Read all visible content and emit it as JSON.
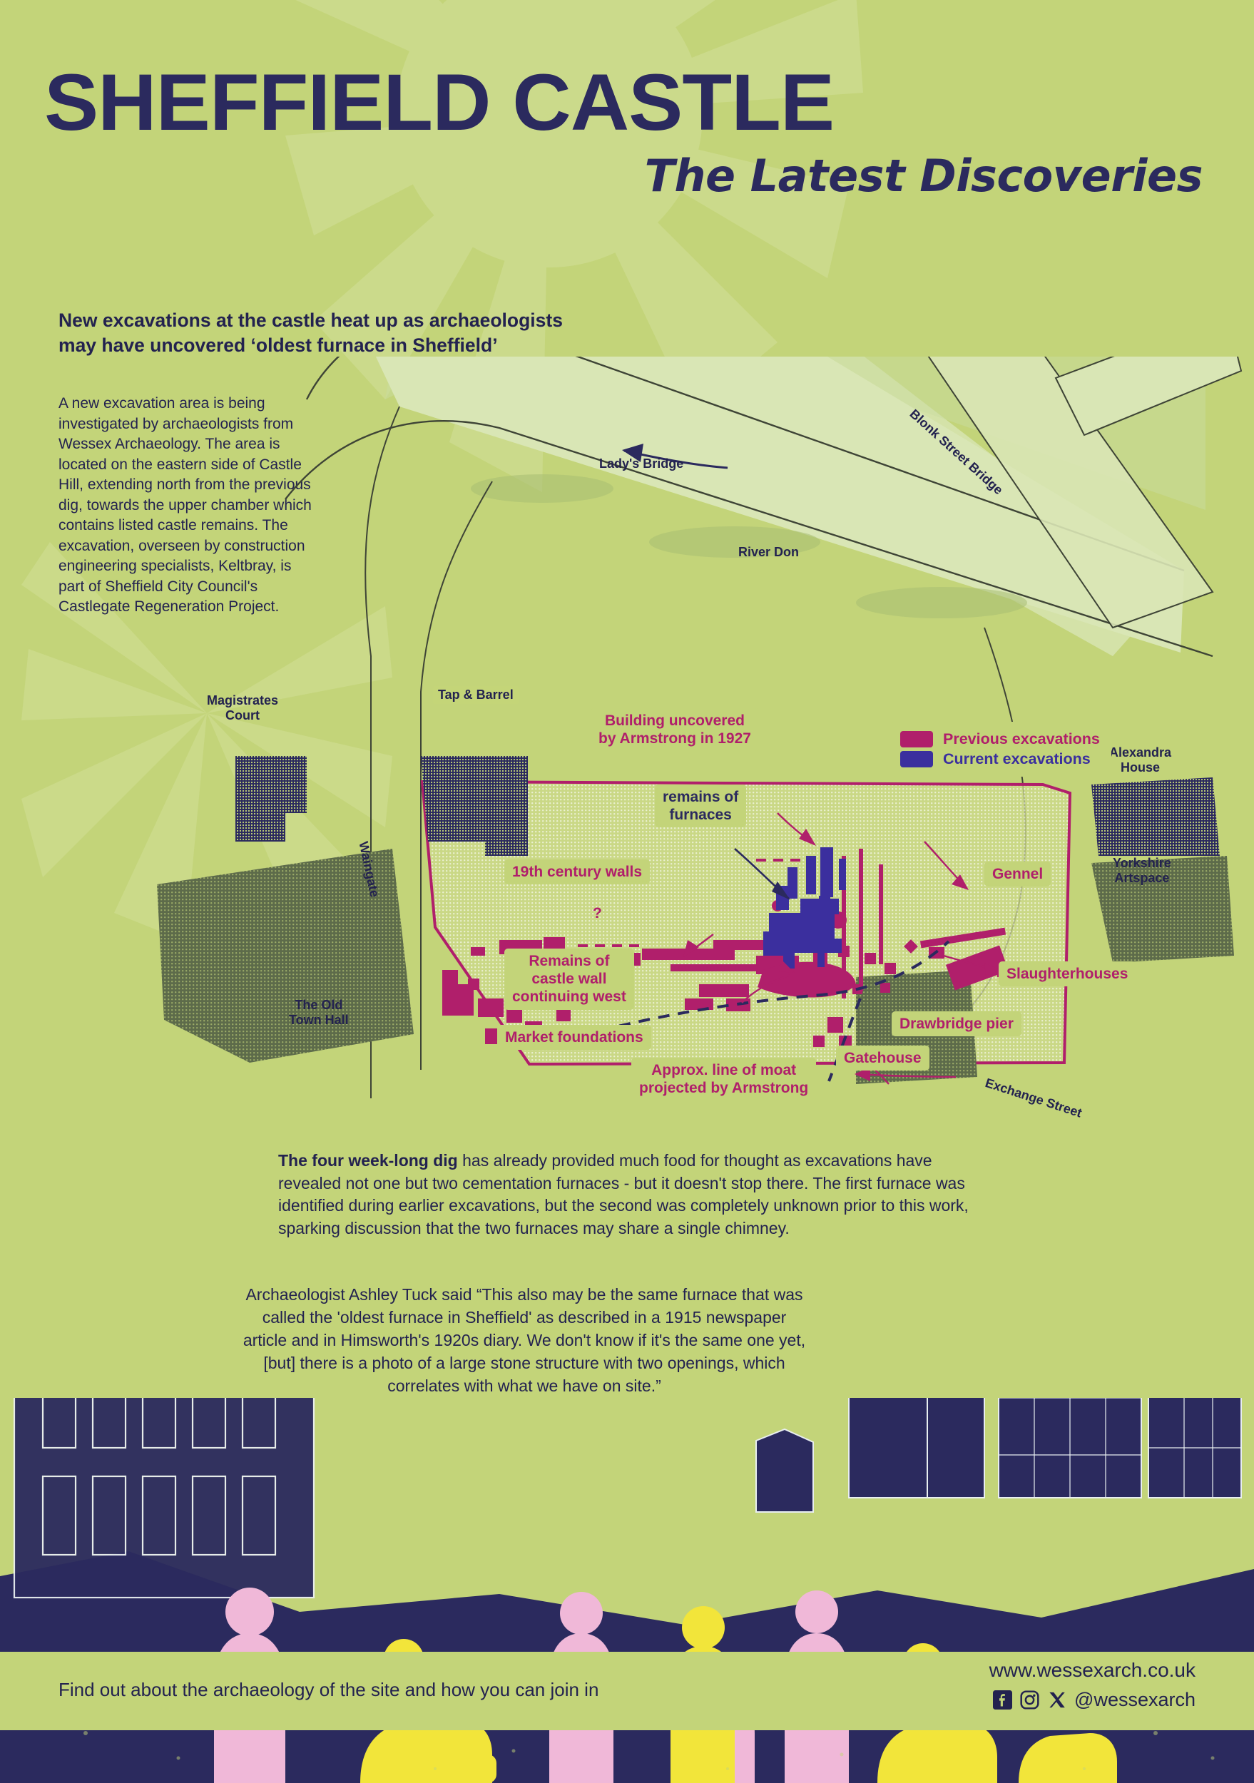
{
  "theme": {
    "green": "#c3d479",
    "navy": "#2b2a5e",
    "magenta": "#b01f6b",
    "blue": "#3b2f9e",
    "pink": "#f0b8d8",
    "yellow": "#f2e53a",
    "darkgreen": "#5d6b4a"
  },
  "header": {
    "title": "SHEFFIELD CASTLE",
    "subtitle": "The Latest Discoveries",
    "headline": "New excavations at the castle heat up as archaeologists may have uncovered ‘oldest furnace in Sheffield’",
    "intro": "A new excavation area is being investigated by archaeologists from Wessex Archaeology. The area is located on the eastern side of Castle Hill, extending north from the previous dig, towards the upper chamber which contains listed castle remains. The excavation, overseen by construction engineering specialists, Keltbray, is part of Sheffield City Council's Castlegate Regeneration Project."
  },
  "map": {
    "place_labels": [
      {
        "name": "ladys-bridge",
        "text": "Lady's Bridge"
      },
      {
        "name": "blonk-street-bridge",
        "text": "Blonk Street Bridge"
      },
      {
        "name": "river-don",
        "text": "River Don"
      },
      {
        "name": "magistrates-court",
        "text": "Magistrates\nCourt"
      },
      {
        "name": "tap-and-barrel",
        "text": "Tap & Barrel"
      },
      {
        "name": "alexandra-house",
        "text": "Alexandra\nHouse"
      },
      {
        "name": "yorkshire-artspace",
        "text": "Yorkshire\nArtspace"
      },
      {
        "name": "waingate",
        "text": "Waingate"
      },
      {
        "name": "the-old-town-hall",
        "text": "The Old\nTown Hall"
      },
      {
        "name": "exchange-street",
        "text": "Exchange Street"
      }
    ],
    "callouts": [
      {
        "name": "building-uncovered-by-armstrong",
        "text": "Building uncovered\nby Armstrong in 1927",
        "colour": "magenta"
      },
      {
        "name": "remains-of-furnaces",
        "text": "remains of\nfurnaces",
        "colour": "navy"
      },
      {
        "name": "19th-century-walls",
        "text": "19th century walls",
        "colour": "magenta"
      },
      {
        "name": "remains-of-castle-wall",
        "text": "Remains of\ncastle wall\ncontinuing west",
        "colour": "magenta"
      },
      {
        "name": "market-foundations",
        "text": "Market foundations",
        "colour": "magenta"
      },
      {
        "name": "approx-line-of-moat",
        "text": "Approx. line of moat\nprojected by Armstrong",
        "colour": "magenta"
      },
      {
        "name": "gennel",
        "text": "Gennel",
        "colour": "magenta"
      },
      {
        "name": "slaughterhouses",
        "text": "Slaughterhouses",
        "colour": "magenta"
      },
      {
        "name": "drawbridge-pier",
        "text": "Drawbridge pier",
        "colour": "magenta"
      },
      {
        "name": "gatehouse",
        "text": "Gatehouse",
        "colour": "magenta"
      },
      {
        "name": "question-mark",
        "text": "?",
        "colour": "magenta"
      }
    ],
    "legend": {
      "items": [
        {
          "label": "Previous excavations",
          "colour": "#b01f6b"
        },
        {
          "label": "Current excavations",
          "colour": "#3b2f9e"
        }
      ]
    }
  },
  "article": {
    "lead_bold": "The four week-long dig",
    "body": " has already provided much food for thought as excavations have revealed not one but two cementation furnaces - but it doesn't stop there. The first furnace was identified during earlier excavations, but the second was completely unknown prior to this work, sparking discussion that the two furnaces may share a single chimney.",
    "quote": "Archaeologist Ashley Tuck said “This also may be the same furnace that was called the 'oldest furnace in Sheffield' as described in a 1915 newspaper article and in Himsworth's 1920s diary. We don't know if it's the same one yet, [but] there is a photo of a large stone structure with two openings, which correlates with what we have on site.”"
  },
  "footer": {
    "cta": "Find out about the archaeology of the site and how you can join in",
    "url": "www.wessexarch.co.uk",
    "handle": "@wessexarch",
    "social_icons": [
      "facebook-icon",
      "instagram-icon",
      "x-twitter-icon"
    ]
  }
}
